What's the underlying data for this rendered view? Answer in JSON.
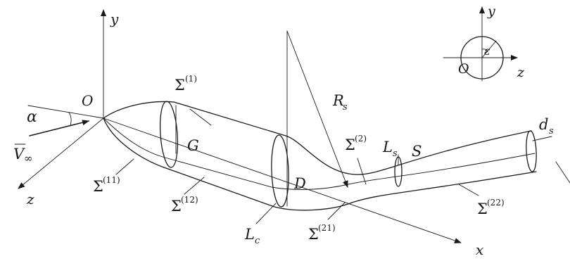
{
  "axes": {
    "origin": "O",
    "x": "x",
    "y": "y",
    "z": "z",
    "alpha": "α",
    "velocity_base": "V",
    "velocity_sub": "∞"
  },
  "sections": {
    "s1": {
      "base": "Σ",
      "sup": "(1)"
    },
    "s11": {
      "base": "Σ",
      "sup": "(11)"
    },
    "s12": {
      "base": "Σ",
      "sup": "(12)"
    },
    "s2": {
      "base": "Σ",
      "sup": "(2)"
    },
    "s21": {
      "base": "Σ",
      "sup": "(21)"
    },
    "s22": {
      "base": "Σ",
      "sup": "(22)"
    }
  },
  "labels": {
    "G": "G",
    "D": "D",
    "Rs_base": "R",
    "Rs_sub": "s",
    "Ls_base": "L",
    "Ls_sub": "s",
    "Lc_base": "L",
    "Lc_sub": "c",
    "S": "S",
    "ds_base": "d",
    "ds_sub": "s"
  },
  "inset": {
    "y": "y",
    "z": "z",
    "origin": "O",
    "epsilon": "ε"
  }
}
